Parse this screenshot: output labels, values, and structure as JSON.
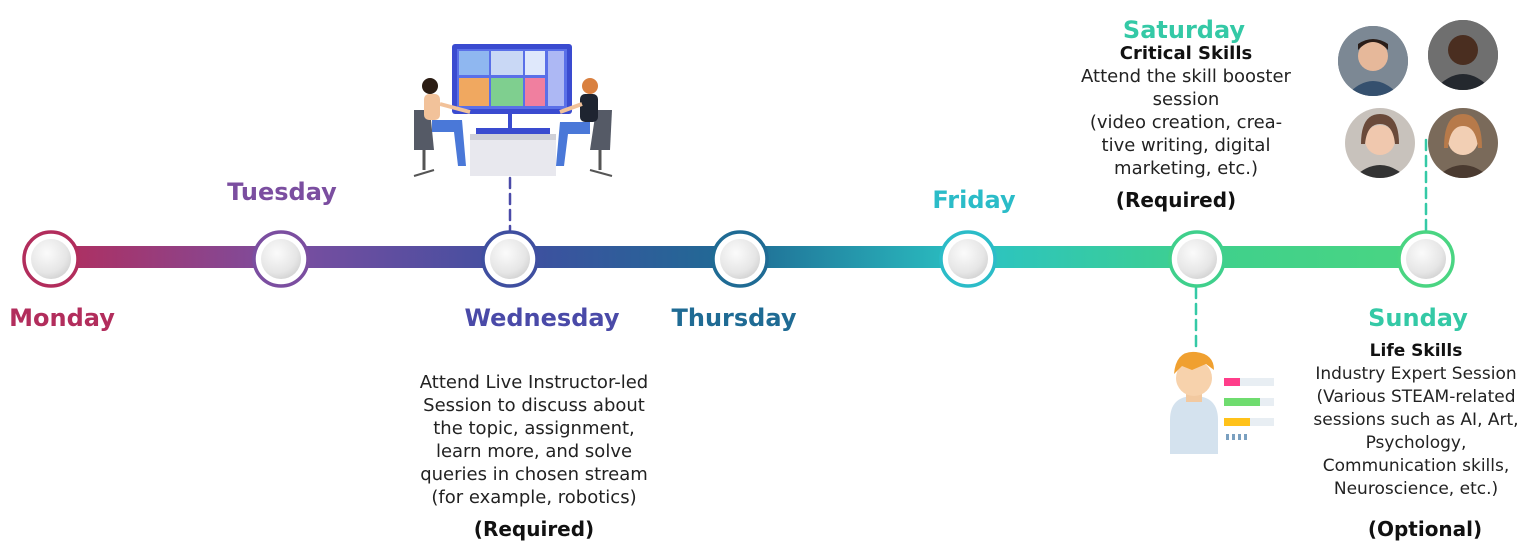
{
  "days": [
    {
      "key": "monday",
      "label": "Monday",
      "color": "#b22d5c"
    },
    {
      "key": "tuesday",
      "label": "Tuesday",
      "color": "#7b4ea0"
    },
    {
      "key": "wednesday",
      "label": "Wednesday",
      "color": "#4a4aa8"
    },
    {
      "key": "thursday",
      "label": "Thursday",
      "color": "#1f6b94"
    },
    {
      "key": "friday",
      "label": "Friday",
      "color": "#2bbcc8"
    },
    {
      "key": "saturday",
      "label": "Saturday",
      "color": "#34c9a6"
    },
    {
      "key": "sunday",
      "label": "Sunday",
      "color": "#34c9a6"
    }
  ],
  "wednesday": {
    "lines": [
      "Attend Live Instructor-led",
      "Session to discuss about",
      "the topic, assignment,",
      "learn more, and solve",
      "queries in chosen stream",
      "(for example, robotics)"
    ],
    "requirement": "(Required)"
  },
  "saturday": {
    "heading": "Critical Skills",
    "lines": [
      "Attend the skill booster",
      "session",
      "(video creation, crea-",
      "tive writing, digital",
      "marketing, etc.)"
    ],
    "requirement": "(Required)"
  },
  "sunday": {
    "heading": "Life Skills",
    "lines": [
      "Industry Expert Session",
      "(Various STEAM-related",
      "sessions such as AI, Art,",
      "Psychology,",
      "Communication skills,",
      "Neuroscience, etc.)"
    ],
    "requirement": "(Optional)"
  },
  "icons": {
    "live_session": "video-conference-illustration",
    "skill_booster": "student-checklist-illustration",
    "experts": "expert-avatars"
  }
}
